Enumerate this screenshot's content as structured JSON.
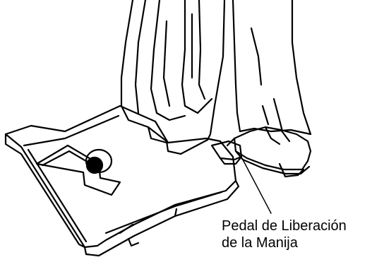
{
  "illustration": {
    "subject": "upright-vacuum-handle-release-pedal",
    "ink_color": "#000000",
    "paper_color": "#ffffff"
  },
  "callout": {
    "line1": "Pedal de Liberación",
    "line2": "de la Manija"
  }
}
